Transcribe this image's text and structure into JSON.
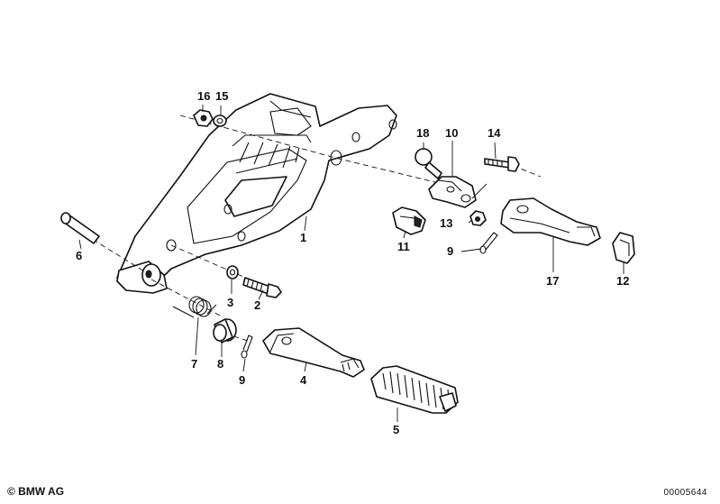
{
  "title": "",
  "callouts": [
    {
      "id": "c1",
      "label": "1"
    },
    {
      "id": "c2",
      "label": "2"
    },
    {
      "id": "c3",
      "label": "3"
    },
    {
      "id": "c4",
      "label": "4"
    },
    {
      "id": "c5",
      "label": "5"
    },
    {
      "id": "c6",
      "label": "6"
    },
    {
      "id": "c7",
      "label": "7"
    },
    {
      "id": "c8",
      "label": "8"
    },
    {
      "id": "c9a",
      "label": "9"
    },
    {
      "id": "c9b",
      "label": "9"
    },
    {
      "id": "c10",
      "label": "10"
    },
    {
      "id": "c11",
      "label": "11"
    },
    {
      "id": "c12",
      "label": "12"
    },
    {
      "id": "c13",
      "label": "13"
    },
    {
      "id": "c14",
      "label": "14"
    },
    {
      "id": "c15",
      "label": "15"
    },
    {
      "id": "c16",
      "label": "16"
    },
    {
      "id": "c17",
      "label": "17"
    },
    {
      "id": "c18",
      "label": "18"
    }
  ],
  "footer": {
    "copyright": "© BMW AG",
    "doc_number": "00005644"
  }
}
